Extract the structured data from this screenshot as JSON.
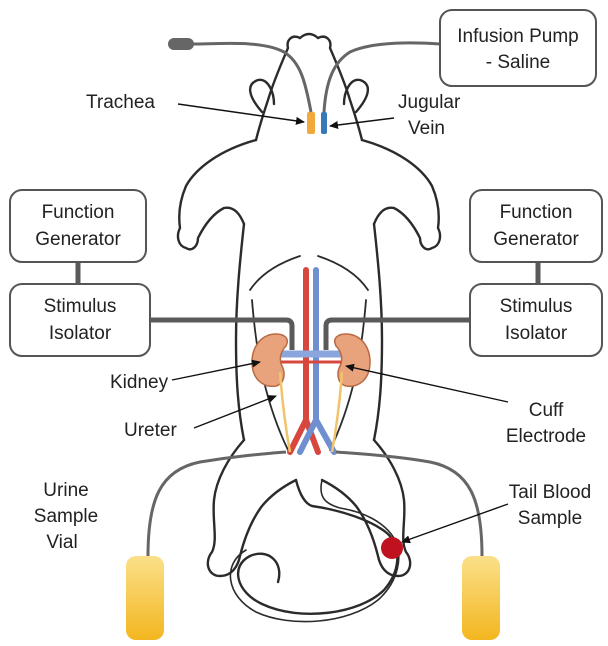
{
  "labels": {
    "infusion_pump_line1": "Infusion Pump",
    "infusion_pump_line2": "- Saline",
    "trachea": "Trachea",
    "jugular_line1": "Jugular",
    "jugular_line2": "Vein",
    "fg_left_line1": "Function",
    "fg_left_line2": "Generator",
    "fg_right_line1": "Function",
    "fg_right_line2": "Generator",
    "si_left_line1": "Stimulus",
    "si_left_line2": "Isolator",
    "si_right_line1": "Stimulus",
    "si_right_line2": "Isolator",
    "kidney": "Kidney",
    "ureter": "Ureter",
    "cuff_line1": "Cuff",
    "cuff_line2": "Electrode",
    "urine_line1": "Urine",
    "urine_line2": "Sample",
    "urine_line3": "Vial",
    "tail_line1": "Tail Blood",
    "tail_line2": "Sample"
  },
  "colors": {
    "trachea_tube": "#f2a93b",
    "jugular_tube": "#3b78b8",
    "vial": "#f7c844",
    "blood_sample": "#c0121e",
    "artery": "#d8473d",
    "vein": "#6f8fd0",
    "kidney": "#e8a27c"
  }
}
